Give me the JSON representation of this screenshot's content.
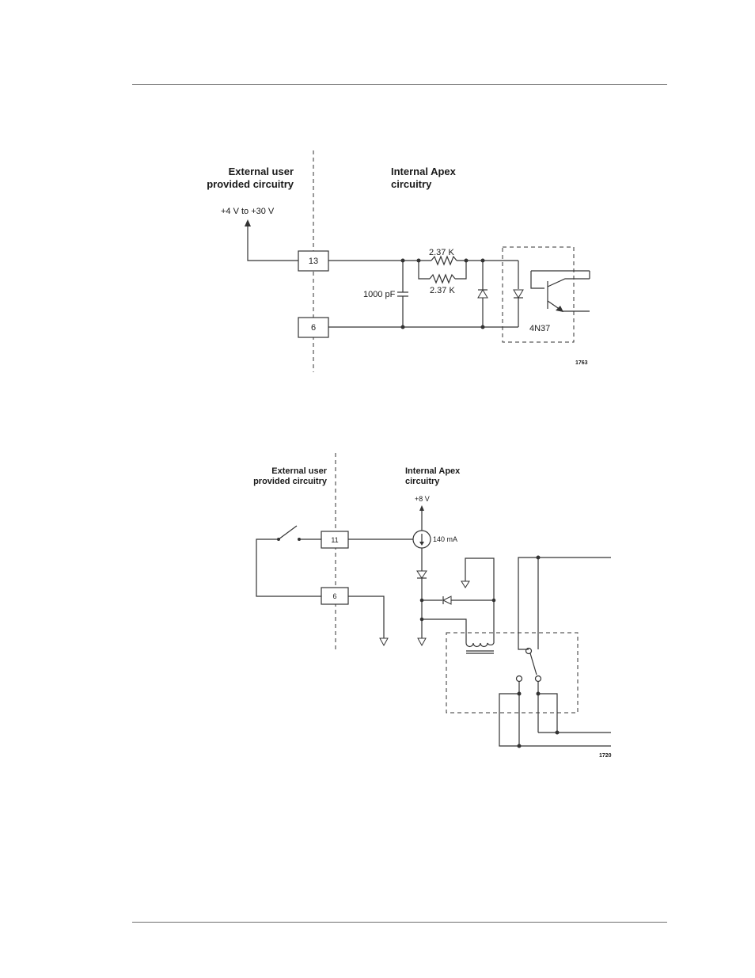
{
  "diagram1": {
    "external_label_l1": "External user",
    "external_label_l2": "provided circuitry",
    "internal_label_l1": "Internal Apex",
    "internal_label_l2": "circuitry",
    "voltage": "+4 V to +30 V",
    "pin_a": "13",
    "pin_b": "6",
    "resistor_1": "2.37 K",
    "resistor_2": "2.37 K",
    "capacitor": "1000 pF",
    "optocoupler": "4N37",
    "figure_id": "1763"
  },
  "diagram2": {
    "external_label_l1": "External user",
    "external_label_l2": "provided circuitry",
    "internal_label_l1": "Internal Apex",
    "internal_label_l2": "circuitry",
    "supply": "+8 V",
    "pin_a": "11",
    "pin_b": "6",
    "current": "140 mA",
    "figure_id": "1720"
  }
}
